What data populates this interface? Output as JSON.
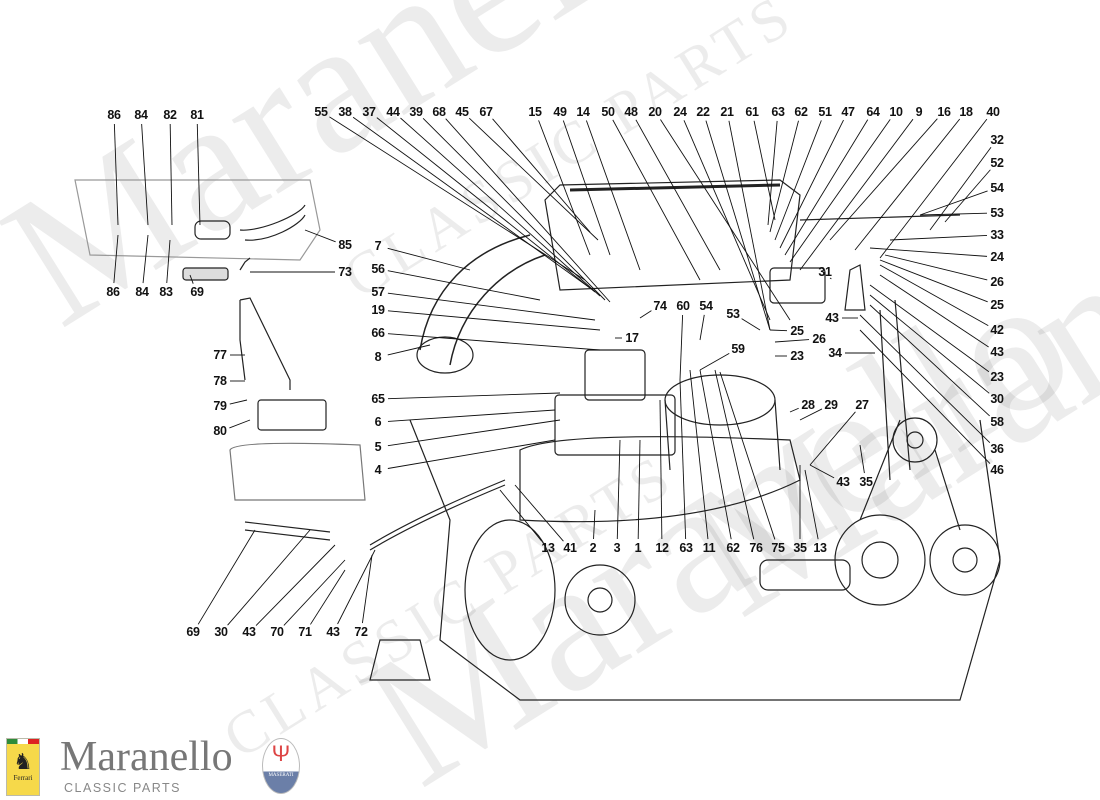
{
  "watermark": {
    "text": "Maranello",
    "sub": "CLASSIC PARTS"
  },
  "logo": {
    "brand": "Maranello",
    "subtitle": "CLASSIC PARTS",
    "ferrari_badge_text": "Ferrari",
    "maserati_badge_text": "MASERATI"
  },
  "callouts": {
    "top_row": [
      "55",
      "38",
      "37",
      "44",
      "39",
      "68",
      "45",
      "67",
      "15",
      "49",
      "14",
      "50",
      "48",
      "20",
      "24",
      "22",
      "21",
      "61",
      "63",
      "62",
      "51",
      "47",
      "64",
      "10",
      "9",
      "16",
      "18",
      "40"
    ],
    "right_column": [
      "32",
      "52",
      "54",
      "53",
      "33",
      "24",
      "26",
      "25",
      "42",
      "43",
      "23",
      "30",
      "58",
      "36",
      "46"
    ],
    "left_column": [
      "7",
      "56",
      "57",
      "19",
      "66",
      "8",
      "65",
      "6",
      "5",
      "4"
    ],
    "bottom_row": [
      "13",
      "41",
      "2",
      "3",
      "1",
      "12",
      "63",
      "11",
      "62",
      "76",
      "75",
      "35",
      "13"
    ],
    "bottom_left_row": [
      "69",
      "30",
      "43",
      "70",
      "71",
      "43",
      "72"
    ],
    "pump_detail_top": [
      "86",
      "84",
      "82",
      "81"
    ],
    "pump_detail_bottom": [
      "86",
      "84",
      "83",
      "69"
    ],
    "pump_detail_right": [
      "85",
      "73"
    ],
    "distributor_detail": [
      "77",
      "78",
      "79",
      "80"
    ],
    "inner": [
      "74",
      "60",
      "54",
      "17",
      "53",
      "25",
      "26",
      "23",
      "59",
      "31",
      "43",
      "34",
      "28",
      "29",
      "27",
      "43",
      "35"
    ]
  }
}
